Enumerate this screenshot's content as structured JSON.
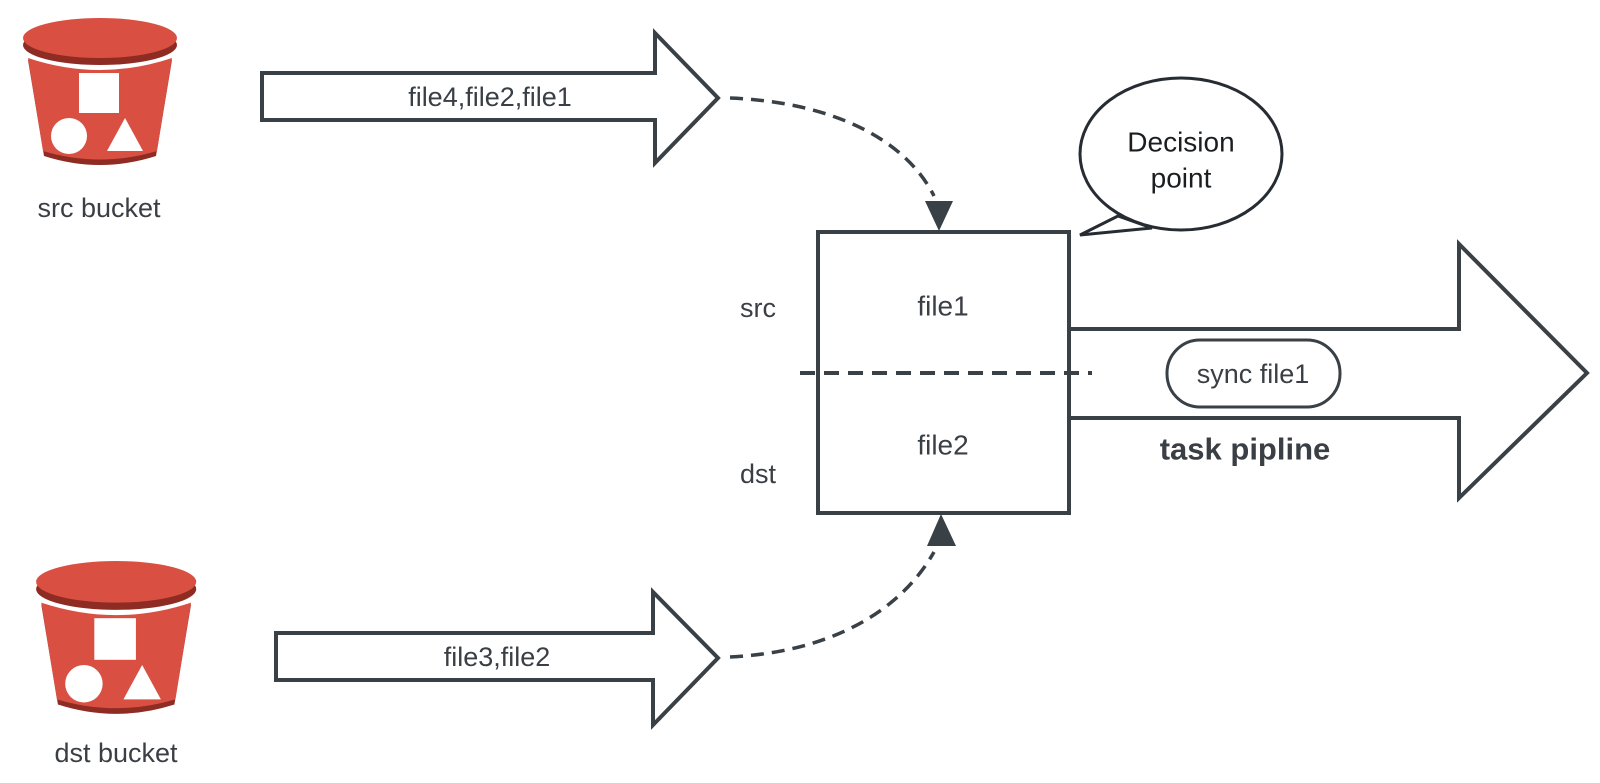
{
  "colors": {
    "background": "#ffffff",
    "stroke": "#394046",
    "ink": "#3a3f45",
    "bubble_stroke": "#262c32",
    "bubble_ink": "#1b1e21",
    "bucket_red": "#d95043",
    "bucket_dark": "#8e2b23"
  },
  "diagram": {
    "src_bucket": {
      "label": "src bucket",
      "icon": "s3-bucket-icon"
    },
    "dst_bucket": {
      "label": "dst bucket",
      "icon": "s3-bucket-icon"
    },
    "top_flow_arrow": {
      "label": "file4,file2,file1"
    },
    "bottom_flow_arrow": {
      "label": "file3,file2"
    },
    "decision_box": {
      "row_top_side": "src",
      "row_top_file": "file1",
      "row_bottom_side": "dst",
      "row_bottom_file": "file2"
    },
    "speech_bubble": {
      "line1": "Decision",
      "line2": "point"
    },
    "task_pill": {
      "label": "sync file1"
    },
    "pipeline_caption": "task pipline"
  }
}
